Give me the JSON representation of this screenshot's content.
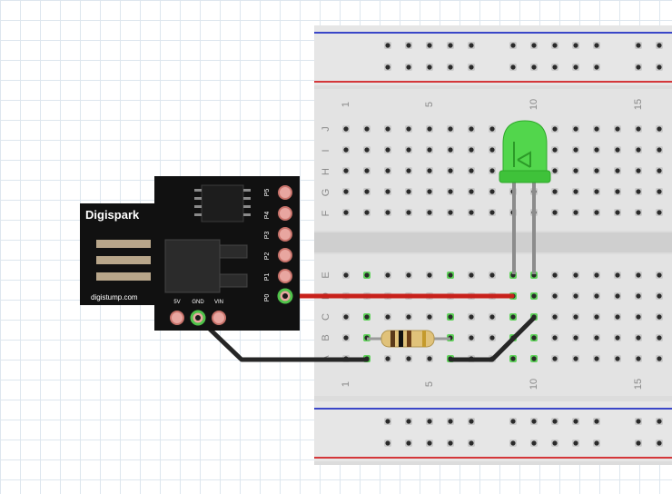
{
  "board": {
    "title": "Digispark",
    "website": "digistump.com",
    "pin_labels": [
      "P5",
      "P4",
      "P3",
      "P2",
      "P1",
      "P0"
    ],
    "power_labels": [
      "5V",
      "GND",
      "VIN"
    ]
  },
  "breadboard": {
    "row_labels_top": [
      "J",
      "I",
      "H",
      "G",
      "F"
    ],
    "row_labels_bottom": [
      "E",
      "D",
      "C",
      "B",
      "A"
    ],
    "column_numbers": [
      "1",
      "5",
      "10",
      "15"
    ]
  },
  "colors": {
    "wire_signal": "#c8211b",
    "wire_ground": "#262626",
    "led_body": "#4fd64a",
    "board": "#111111",
    "rail_red": "#d4373a",
    "rail_blue": "#3a46c8"
  },
  "components": {
    "led": "green-led",
    "resistor": "resistor"
  }
}
